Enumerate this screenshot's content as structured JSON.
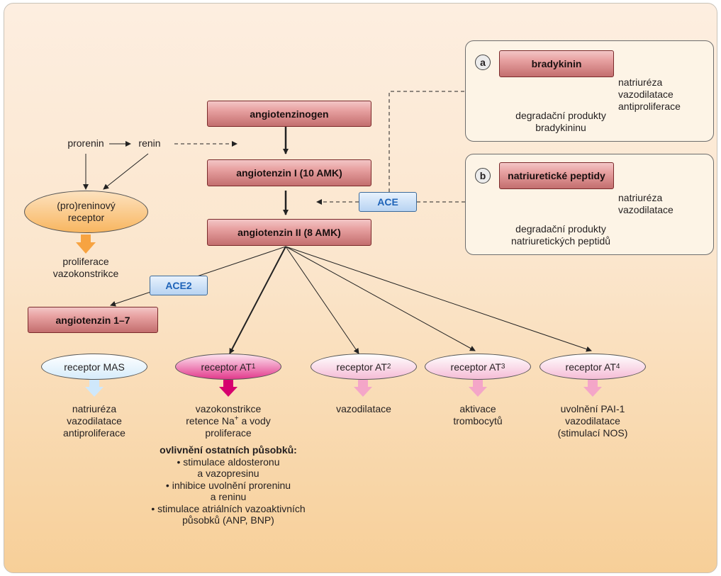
{
  "pathway": {
    "angiotensinogen": "angiotenzinogen",
    "angiotensin1": "angiotenzin I (10 AMK)",
    "angiotensin2": "angiotenzin II (8 AMK)",
    "angiotensin17": "angiotenzin 1–7",
    "ace": "ACE",
    "ace2": "ACE2",
    "prorenin": "prorenin",
    "renin": "renin",
    "prorenin_receptor": [
      "(pro)reninový",
      "receptor"
    ],
    "prorenin_effects": [
      "proliferace",
      "vazokonstrikce"
    ]
  },
  "receptors": {
    "mas": {
      "label": "receptor MAS",
      "effects": [
        "natriuréza",
        "vazodilatace",
        "antiproliferace"
      ]
    },
    "at1": {
      "label": "receptor AT",
      "sub": "1",
      "effect_line1": "vazokonstrikce",
      "effect_line2_pre": "retence Na",
      "effect_line2_sup": "+",
      "effect_line2_post": " a vody",
      "effect_line3": "proliferace"
    },
    "at2": {
      "label": "receptor AT",
      "sub": "2",
      "effects": [
        "vazodilatace"
      ]
    },
    "at3": {
      "label": "receptor AT",
      "sub": "3",
      "effects": [
        "aktivace",
        "trombocytů"
      ]
    },
    "at4": {
      "label": "receptor AT",
      "sub": "4",
      "effects": [
        "uvolnění PAI-1",
        "vazodilatace",
        "(stimulací NOS)"
      ]
    }
  },
  "other_effects": {
    "title": "ovlivnění ostatních působků:",
    "items": [
      "• stimulace aldosteronu",
      "a vazopresinu",
      "• inhibice uvolnění proreninu",
      "a reninu",
      "• stimulace atriálních vazoaktivních",
      "působků (ANP, BNP)"
    ]
  },
  "panel_a": {
    "badge": "a",
    "box": "bradykinin",
    "degradation": [
      "degradační produkty",
      "bradykininu"
    ],
    "effects": [
      "natriuréza",
      "vazodilatace",
      "antiproliferace"
    ]
  },
  "panel_b": {
    "badge": "b",
    "box": "natriuretické peptidy",
    "degradation": [
      "degradační produkty",
      "natriuretických peptidů"
    ],
    "effects": [
      "natriuréza",
      "vazodilatace"
    ]
  },
  "colors": {
    "box_fill": "#d98a8a",
    "enzyme_text": "#1e63b8",
    "at1_pink": "#d6006e",
    "light_pink": "#f4a6c8",
    "mas_blue": "#cfe8fb",
    "prorenin_orange": "#f7a341"
  }
}
